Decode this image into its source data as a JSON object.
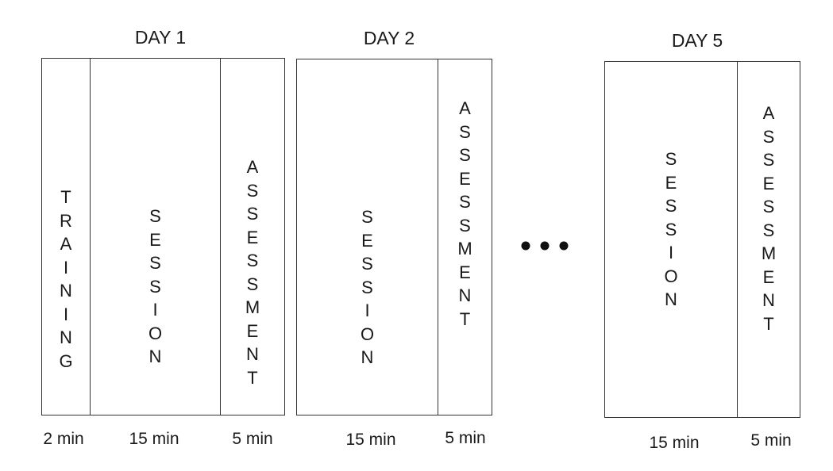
{
  "days": [
    {
      "title": "DAY 1",
      "columns": [
        {
          "name": "training",
          "label": "TRAINING",
          "duration": "2 min"
        },
        {
          "name": "session",
          "label": "SESSION",
          "duration": "15 min"
        },
        {
          "name": "assessment",
          "label": "ASSESSMENT",
          "duration": "5 min"
        }
      ]
    },
    {
      "title": "DAY 2",
      "columns": [
        {
          "name": "session",
          "label": "SESSION",
          "duration": "15 min"
        },
        {
          "name": "assessment",
          "label": "ASSESSMENT",
          "duration": "5 min"
        }
      ]
    },
    {
      "title": "DAY 5",
      "columns": [
        {
          "name": "session",
          "label": "SESSION",
          "duration": "15 min"
        },
        {
          "name": "assessment",
          "label": "ASSESSMENT",
          "duration": "5 min"
        }
      ]
    }
  ],
  "ellipsis_icon": "ellipsis-icon",
  "colors": {
    "line": "#333333",
    "text": "#1a1a1a",
    "dots": "#111111"
  }
}
